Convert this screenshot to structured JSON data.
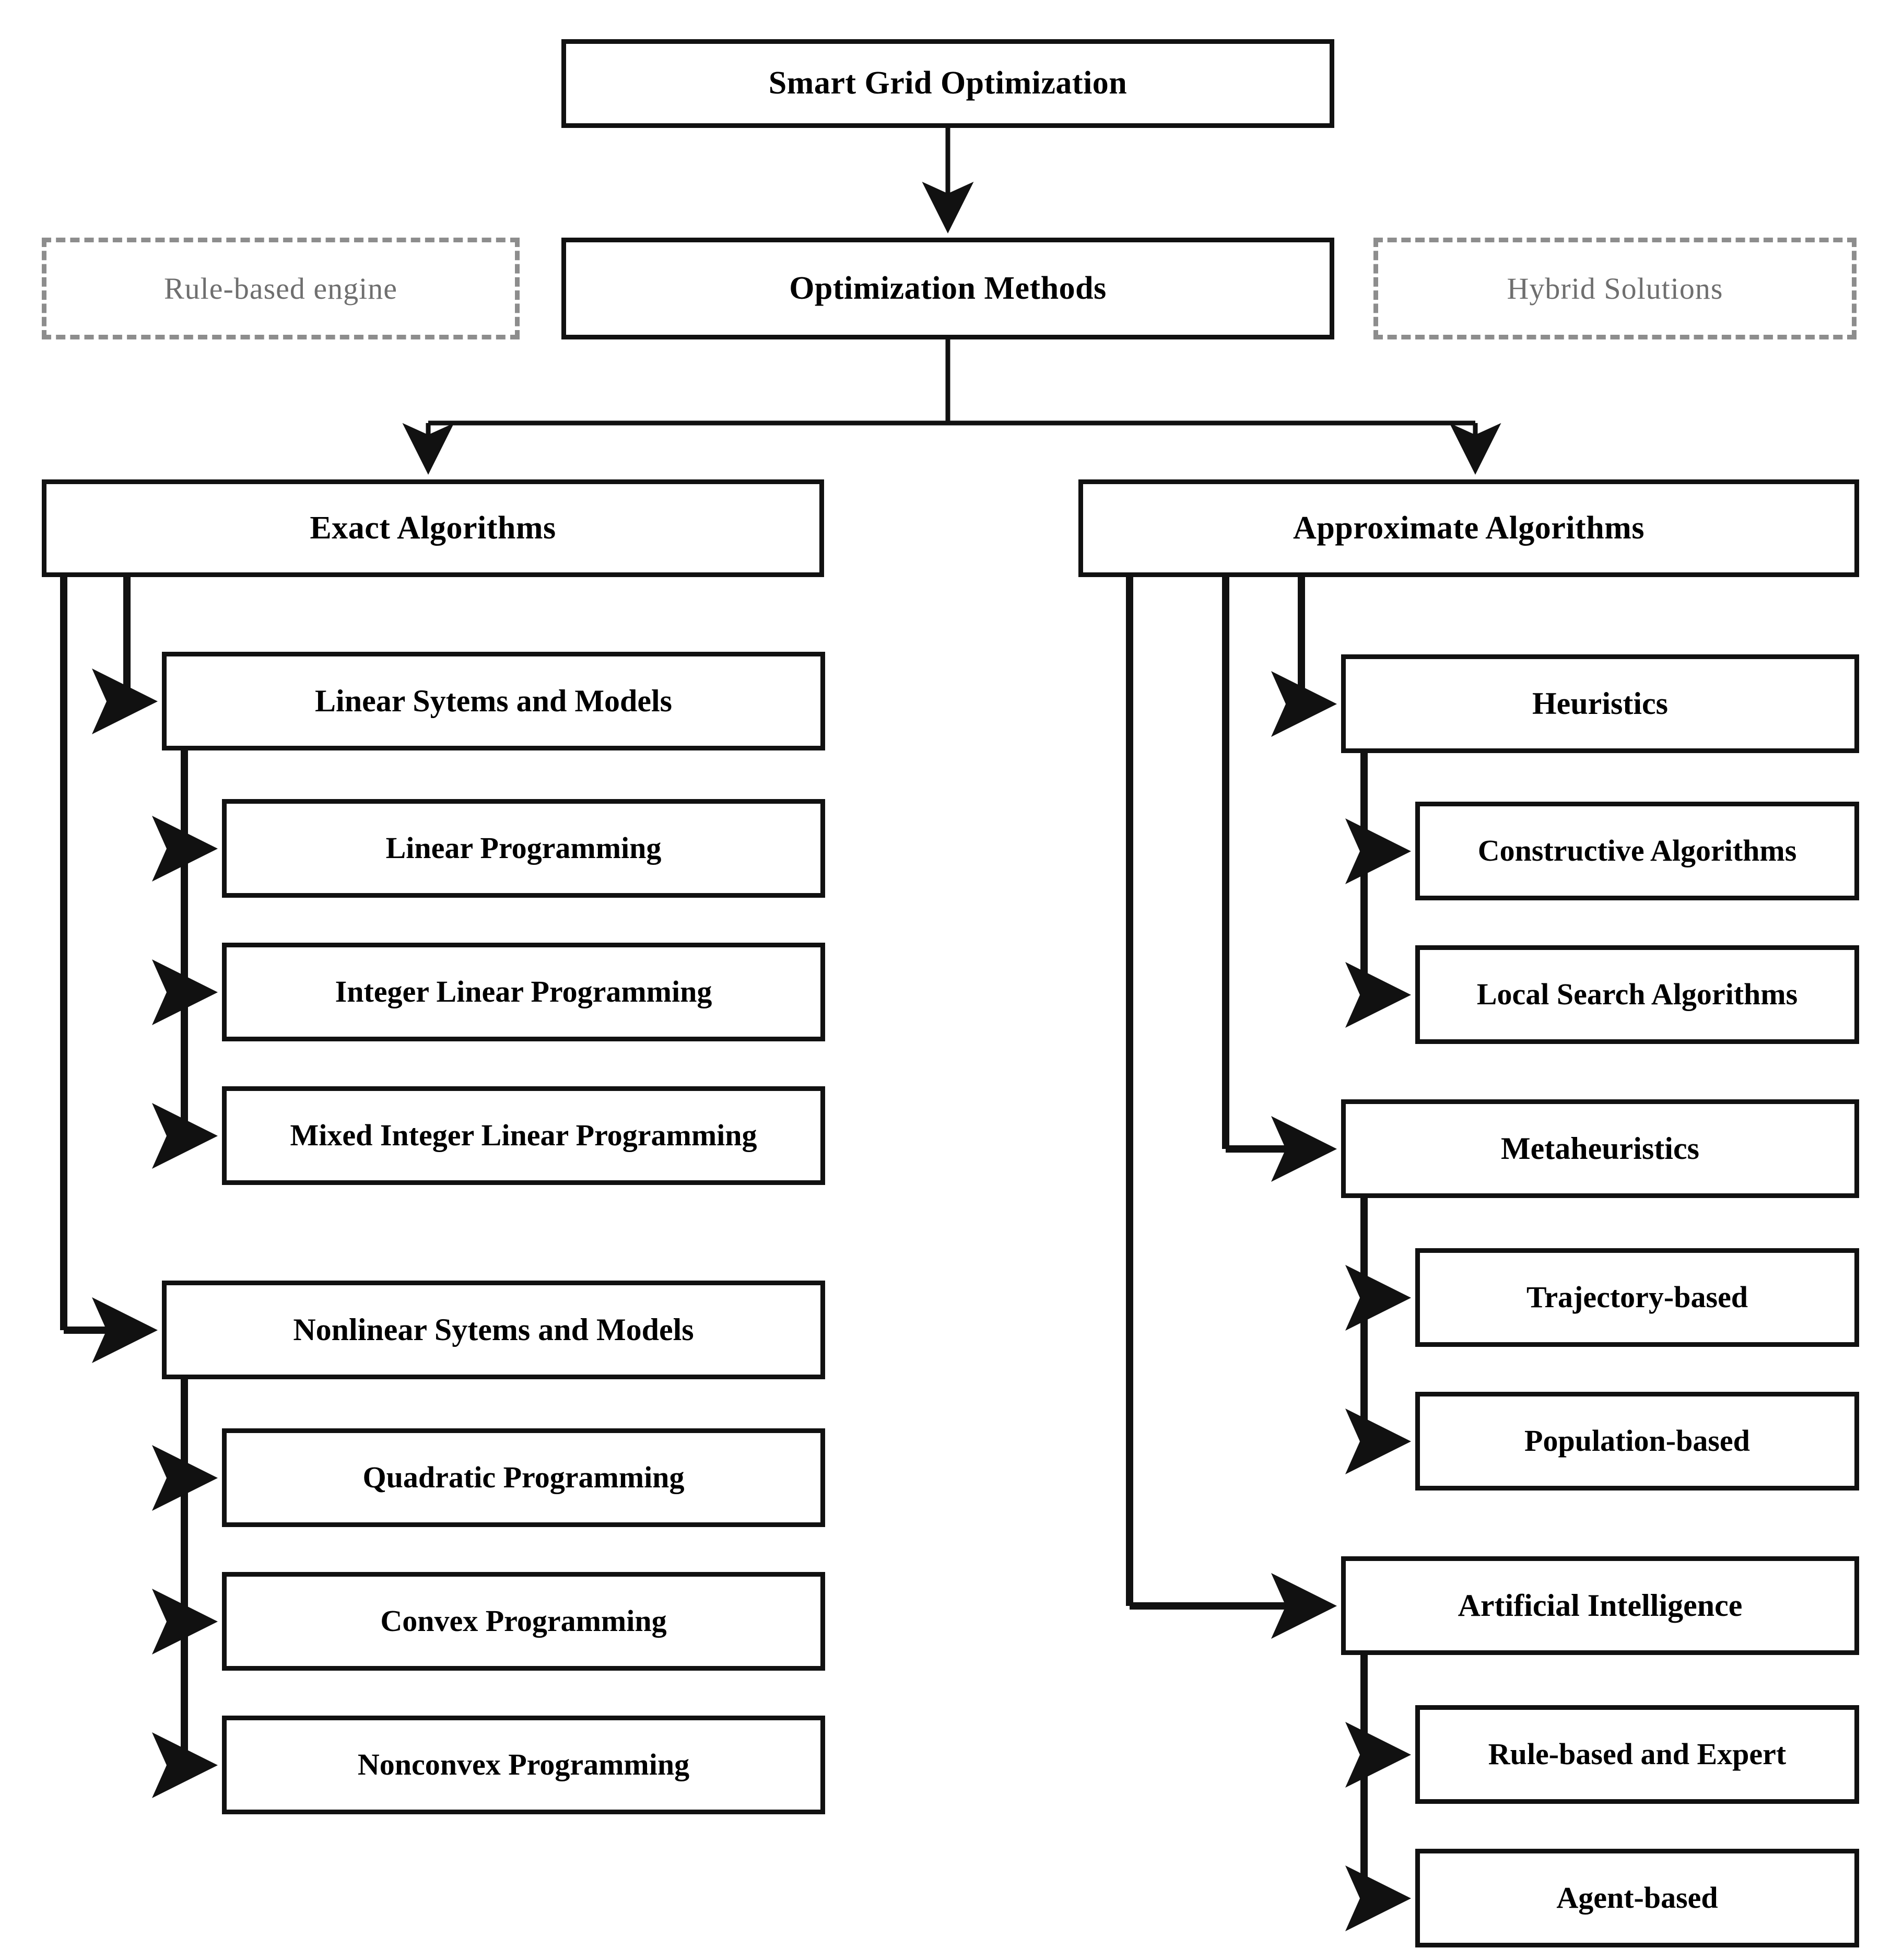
{
  "diagram": {
    "title": "Smart Grid Optimization taxonomy",
    "colors": {
      "box_border": "#111111",
      "box_fill": "#ffffff",
      "ghost_border": "#8d8d8d",
      "ghost_text": "#6f6f6f",
      "connector": "#111111"
    },
    "root": {
      "label": "Smart Grid Optimization"
    },
    "level1": {
      "label": "Optimization Methods"
    },
    "ghosts": [
      {
        "label": "Rule-based engine",
        "side": "left"
      },
      {
        "label": "Hybrid Solutions",
        "side": "right"
      }
    ],
    "branches": [
      {
        "label": "Exact Algorithms",
        "children": [
          {
            "label": "Linear Sytems and Models",
            "children": [
              {
                "label": "Linear Programming"
              },
              {
                "label": "Integer Linear Programming"
              },
              {
                "label": "Mixed Integer Linear Programming"
              }
            ]
          },
          {
            "label": "Nonlinear Sytems and Models",
            "children": [
              {
                "label": "Quadratic Programming"
              },
              {
                "label": "Convex Programming"
              },
              {
                "label": "Nonconvex Programming"
              }
            ]
          }
        ]
      },
      {
        "label": "Approximate Algorithms",
        "children": [
          {
            "label": "Heuristics",
            "children": [
              {
                "label": "Constructive Algorithms"
              },
              {
                "label": "Local Search Algorithms"
              }
            ]
          },
          {
            "label": "Metaheuristics",
            "children": [
              {
                "label": "Trajectory-based"
              },
              {
                "label": "Population-based"
              }
            ]
          },
          {
            "label": "Artificial Intelligence",
            "children": [
              {
                "label": "Rule-based and Expert"
              },
              {
                "label": "Agent-based"
              }
            ]
          }
        ]
      }
    ]
  }
}
